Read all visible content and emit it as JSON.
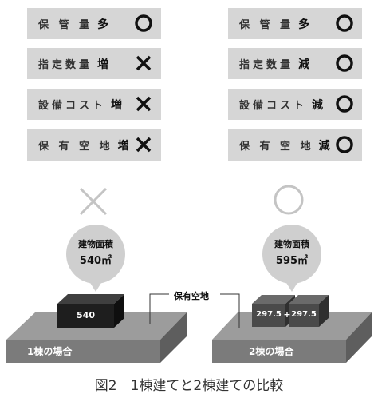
{
  "left_rows": [
    {
      "label": "保 管 量",
      "change": "多",
      "mark": "circle"
    },
    {
      "label": "指定数量",
      "change": "増",
      "mark": "cross"
    },
    {
      "label": "設備コスト",
      "change": "増",
      "mark": "cross"
    },
    {
      "label": "保 有 空 地",
      "change": "増",
      "mark": "cross"
    }
  ],
  "right_rows": [
    {
      "label": "保 管 量",
      "change": "多",
      "mark": "circle"
    },
    {
      "label": "指定数量",
      "change": "減",
      "mark": "circle"
    },
    {
      "label": "設備コスト",
      "change": "減",
      "mark": "circle"
    },
    {
      "label": "保 有 空 地",
      "change": "減",
      "mark": "circle"
    }
  ],
  "left_case": {
    "verdict": "cross",
    "bubble_title": "建物面積",
    "bubble_value": "540㎡",
    "building_label": "540",
    "base_label": "1棟の場合"
  },
  "right_case": {
    "verdict": "circle",
    "bubble_title": "建物面積",
    "bubble_value": "595㎡",
    "building1_label": "297.5",
    "plus": "+",
    "building2_label": "297.5",
    "base_label": "2棟の場合"
  },
  "storage_area_label": "保有空地",
  "caption": "図2　1棟建てと2棟建ての比較"
}
